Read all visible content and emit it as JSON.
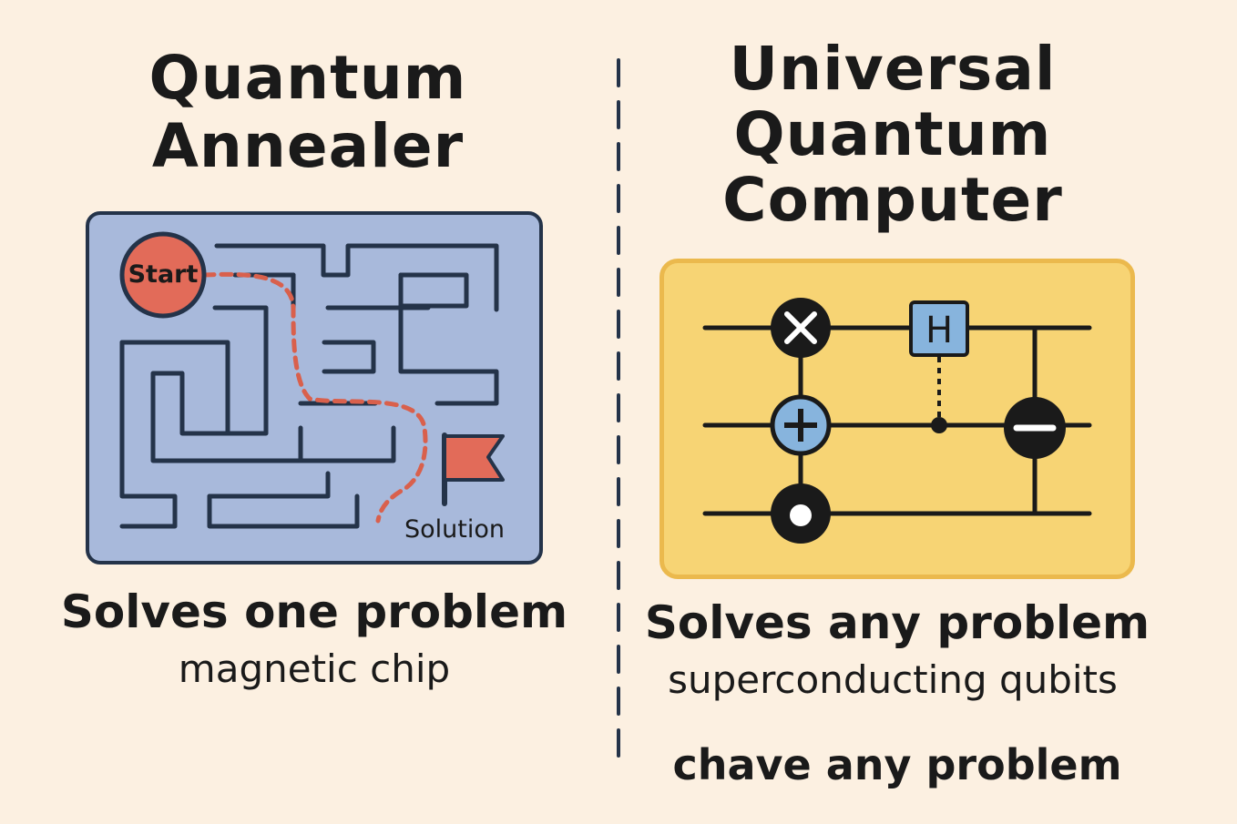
{
  "left": {
    "title_lines": [
      "Quantum",
      "Annealer"
    ],
    "maze": {
      "start_label": "Start",
      "goal_label": "Solution",
      "colors": {
        "background": "#a8b9db",
        "walls": "#243349",
        "path": "#d9604c",
        "start": "#e26b59",
        "flag": "#e26b59"
      }
    },
    "caption": "Solves one problem",
    "subcaption": "magnetic chip"
  },
  "divider": {
    "style": "dashed",
    "color": "#243349"
  },
  "right": {
    "title_lines": [
      "Universal",
      "Quantum",
      "Computer"
    ],
    "circuit": {
      "qubit_lines": 3,
      "gates": [
        {
          "type": "x-cross",
          "icon": "x-gate-icon"
        },
        {
          "type": "cnot-target",
          "icon": "plus-gate-icon"
        },
        {
          "type": "control",
          "icon": "control-dot-icon"
        },
        {
          "type": "hadamard",
          "label": "H",
          "icon": "h-gate-icon"
        },
        {
          "type": "measure",
          "icon": "minus-gate-icon"
        }
      ],
      "colors": {
        "background": "#f7d474",
        "border": "#ebb94d",
        "gate_fill": "#87b4dd",
        "dark": "#1a1a1a"
      }
    },
    "caption": "Solves any problem",
    "subcaption": "superconducting qubits",
    "extra_caption": "chave any problem"
  }
}
